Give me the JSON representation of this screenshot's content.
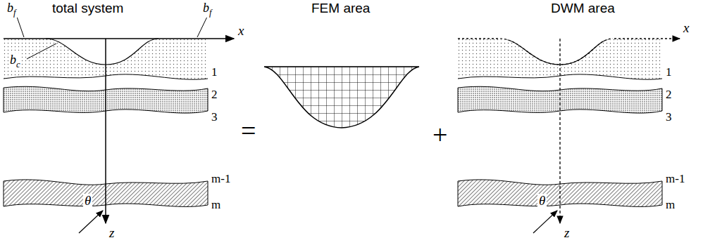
{
  "diagram": {
    "labels": [
      "total system",
      "x",
      "1",
      "2",
      "3",
      "m-1",
      "m",
      "θ",
      "z",
      "bf",
      "bf",
      "bc",
      "=",
      "FEM area",
      "+",
      "DWM area",
      "x",
      "1",
      "2",
      "3",
      "m-1",
      "m",
      "θ",
      "z"
    ]
  }
}
